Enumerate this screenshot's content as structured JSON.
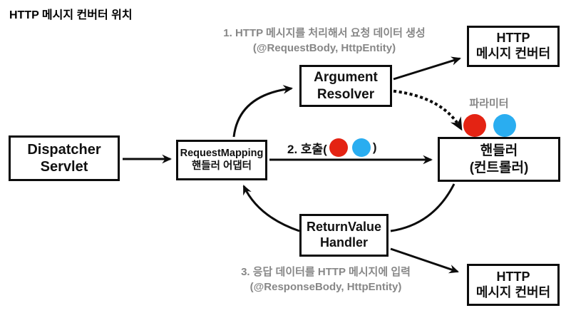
{
  "title": "HTTP 메시지 컨버터 위치",
  "colors": {
    "param_red": "#e42313",
    "param_blue": "#2aadf0",
    "annotation_gray": "#878787",
    "line_black": "#0c0c0c"
  },
  "boxes": {
    "dispatcher": {
      "line1": "Dispatcher",
      "line2": "Servlet"
    },
    "adapter": {
      "line1": "RequestMapping",
      "line2": "핸들러 어댑터"
    },
    "resolver": {
      "line1": "Argument",
      "line2": "Resolver"
    },
    "http_converter_top": {
      "line1": "HTTP",
      "line2": "메시지 컨버터"
    },
    "handler": {
      "line1": "핸들러",
      "line2": "(컨트롤러)"
    },
    "return_value_handler": {
      "line1": "ReturnValue",
      "line2": "Handler"
    },
    "http_converter_bottom": {
      "line1": "HTTP",
      "line2": "메시지 컨버터"
    }
  },
  "annotations": {
    "step1_line1": "1. HTTP 메시지를 처리해서 요청 데이터 생성",
    "step1_line2": "(@RequestBody, HttpEntity)",
    "step2_prefix": "2. 호출(",
    "step2_suffix": ")",
    "param_label": "파라미터",
    "step3_line1": "3. 응답 데이터를 HTTP 메시지에 입력",
    "step3_line2": "(@ResponseBody, HttpEntity)"
  }
}
